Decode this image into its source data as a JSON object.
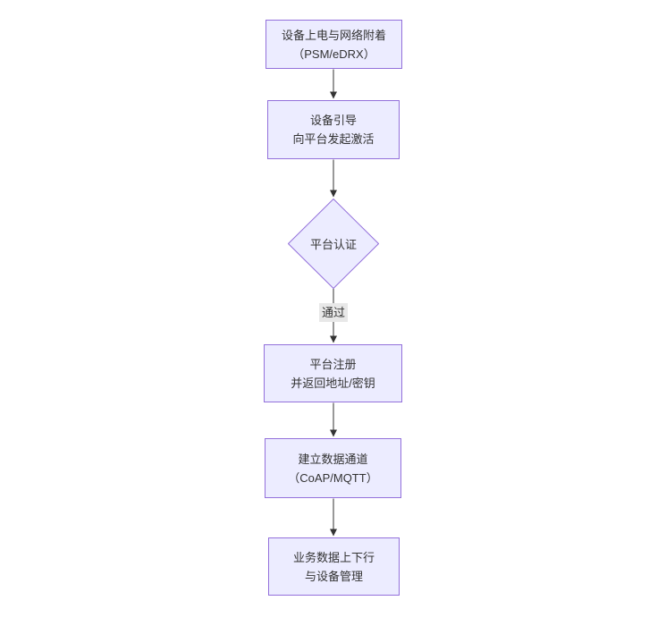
{
  "diagram": {
    "type": "flowchart-vertical",
    "colors": {
      "node_fill": "#ECECFF",
      "node_border": "#9370DB",
      "line_color": "#333333",
      "text_color": "#333333",
      "edge_label_bg": "#e8e8e8",
      "canvas_bg": "#ffffff"
    },
    "nodes": [
      {
        "id": "power-on-attach",
        "shape": "rect",
        "lines": [
          "设备上电与网络附着",
          "（PSM/eDRX）"
        ]
      },
      {
        "id": "bootstrap-activate",
        "shape": "rect",
        "lines": [
          "设备引导",
          "向平台发起激活"
        ]
      },
      {
        "id": "platform-auth",
        "shape": "diamond",
        "lines": [
          "平台认证"
        ]
      },
      {
        "id": "platform-register",
        "shape": "rect",
        "lines": [
          "平台注册",
          "并返回地址/密钥"
        ]
      },
      {
        "id": "data-channel",
        "shape": "rect",
        "lines": [
          "建立数据通道",
          "（CoAP/MQTT）"
        ]
      },
      {
        "id": "business-data",
        "shape": "rect",
        "lines": [
          "业务数据上下行",
          "与设备管理"
        ]
      }
    ],
    "edges": [
      {
        "from": "power-on-attach",
        "to": "bootstrap-activate",
        "label": ""
      },
      {
        "from": "bootstrap-activate",
        "to": "platform-auth",
        "label": ""
      },
      {
        "from": "platform-auth",
        "to": "platform-register",
        "label": "通过"
      },
      {
        "from": "platform-register",
        "to": "data-channel",
        "label": ""
      },
      {
        "from": "data-channel",
        "to": "business-data",
        "label": ""
      }
    ]
  }
}
